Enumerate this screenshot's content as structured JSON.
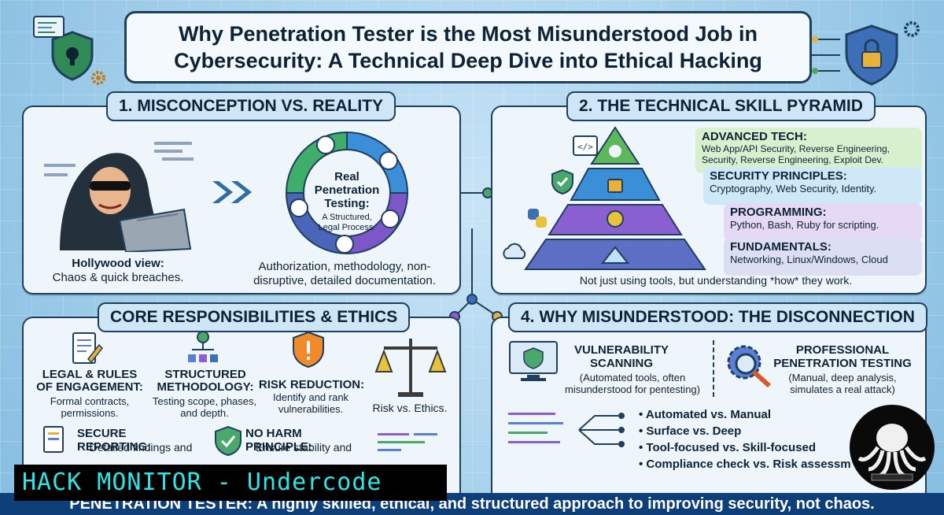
{
  "title": "Why Penetration Tester is the Most Misunderstood Job in Cybersecurity: A Technical Deep Dive into Ethical Hacking",
  "section1": {
    "heading": "1. MISCONCEPTION VS. REALITY",
    "hollywood_title": "Hollywood view:",
    "hollywood_desc": "Chaos & quick breaches.",
    "cycle_title": "Real Penetration Testing:",
    "cycle_sub": "A Structured, Legal Process.",
    "reality_desc": "Authorization, methodology, non-disruptive, detailed documentation."
  },
  "section2": {
    "heading": "2. THE TECHNICAL SKILL PYRAMID",
    "tiers": [
      {
        "name": "ADVANCED TECH:",
        "desc": "Web App/API Security, Reverse Engineering, Security, Reverse Engineering, Exploit Dev."
      },
      {
        "name": "SECURITY PRINCIPLES:",
        "desc": "Cryptography, Web Security, Identity."
      },
      {
        "name": "PROGRAMMING:",
        "desc": "Python, Bash, Ruby for scripting."
      },
      {
        "name": "FUNDAMENTALS:",
        "desc": "Networking, Linux/Windows, Cloud"
      }
    ],
    "note": "Not just using tools, but understanding *how* they work."
  },
  "section3": {
    "heading": "CORE RESPONSIBILITIES & ETHICS",
    "legal_title": "LEGAL & RULES OF ENGAGEMENT:",
    "legal_desc": "Formal contracts, permissions.",
    "method_title": "STRUCTURED METHODOLOGY:",
    "method_desc": "Testing scope, phases, and depth.",
    "risk_title": "RISK REDUCTION:",
    "risk_desc": "Identify and rank vulnerabilities.",
    "ethics_label": "Risk vs. Ethics.",
    "report_title": "SECURE REPORTING:",
    "report_desc": "Detailed findings and",
    "harm_title": "NO HARM PRINCIPLE:",
    "harm_desc": "Ensure stability and"
  },
  "section4": {
    "heading": "4. WHY MISUNDERSTOOD: THE DISCONNECTION",
    "vuln_title": "VULNERABILITY SCANNING",
    "vuln_desc": "(Automated tools, often misunderstood for pentesting)",
    "pro_title": "PROFESSIONAL PENETRATION TESTING",
    "pro_desc": "(Manual, deep analysis, simulates a real attack)",
    "bullets": [
      "Automated vs. Manual",
      "Surface vs. Deep",
      "Tool-focused vs. Skill-focused",
      "Compliance check vs. Risk assessm"
    ]
  },
  "banner": "HACK MONITOR - Undercode",
  "footer": "PENETRATION TESTER: A highly skilled, ethical, and structured approach to improving security, not chaos.",
  "colors": {
    "navy": "#1f3f5e",
    "tier_top": "#d9f0cf",
    "tier2": "#cfe8f7",
    "tier3": "#e6d9f5",
    "tier4": "#dcdff4",
    "banner_text": "#2ee6e6"
  }
}
